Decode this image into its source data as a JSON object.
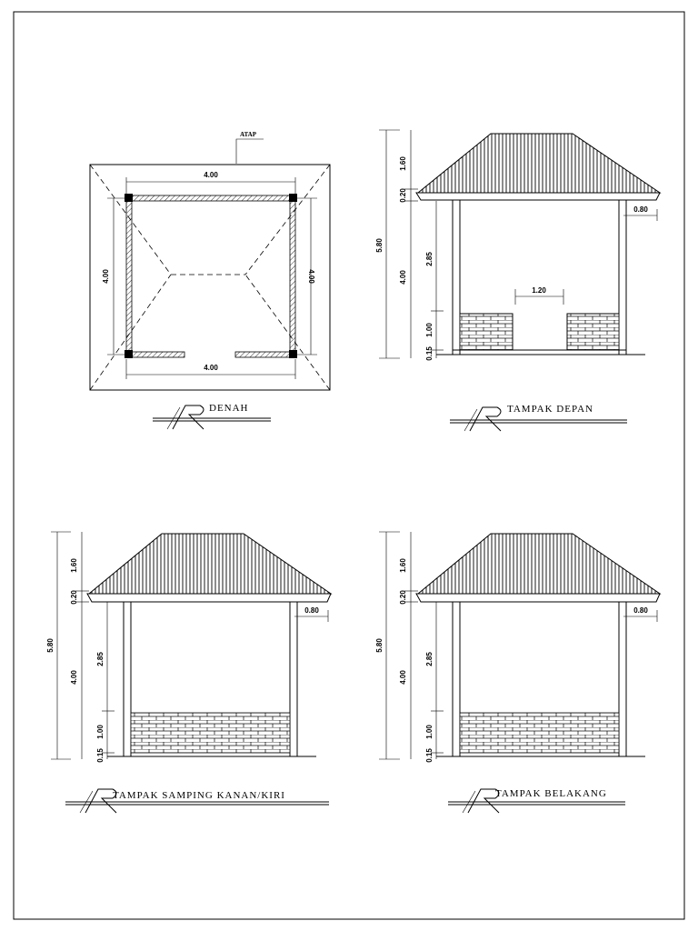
{
  "plan": {
    "roof_label": "ATAP",
    "dim_top": "4.00",
    "dim_bottom": "4.00",
    "dim_left": "4.00",
    "dim_right": "4.00",
    "title": "DENAH"
  },
  "front": {
    "title": "TAMPAK  DEPAN",
    "total_height": "5.80",
    "roof_height": "1.60",
    "eave": "0.20",
    "wall_height": "4.00",
    "opening_height": "2.85",
    "parapet": "1.00",
    "plinth": "0.15",
    "overhang": "0.80",
    "door_width": "1.20"
  },
  "side": {
    "title": "TAMPAK  SAMPING  KANAN/KIRI",
    "total_height": "5.80",
    "roof_height": "1.60",
    "eave": "0.20",
    "wall_height": "4.00",
    "opening_height": "2.85",
    "parapet": "1.00",
    "plinth": "0.15",
    "overhang": "0.80"
  },
  "back": {
    "title": "TAMPAK  BELAKANG",
    "total_height": "5.80",
    "roof_height": "1.60",
    "eave": "0.20",
    "wall_height": "4.00",
    "opening_height": "2.85",
    "parapet": "1.00",
    "plinth": "0.15",
    "overhang": "0.80"
  }
}
